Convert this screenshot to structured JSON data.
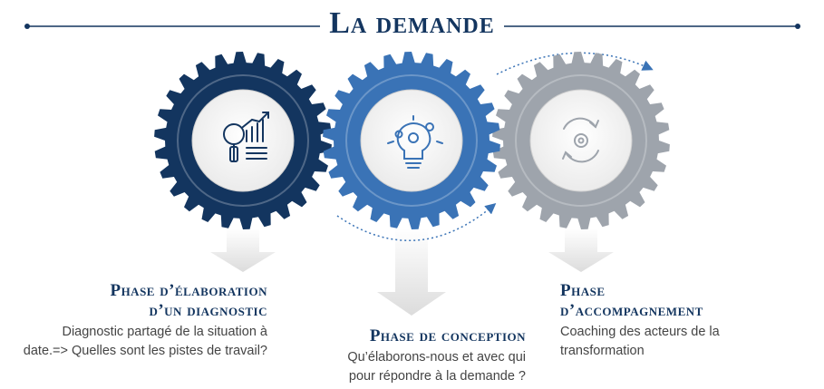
{
  "title": "La demande",
  "colors": {
    "navy": "#13355f",
    "blue": "#3a73b6",
    "gray": "#9ea4ac",
    "arrow": "#e2e2e2",
    "text": "#444444"
  },
  "gears": [
    {
      "name": "diagnostic-gear",
      "color": "#13355f",
      "icon": "magnifier-chart-icon"
    },
    {
      "name": "conception-gear",
      "color": "#3a73b6",
      "icon": "lightbulb-gears-icon"
    },
    {
      "name": "accompagnement-gear",
      "color": "#9ea4ac",
      "icon": "cycle-gear-icon"
    }
  ],
  "phases": [
    {
      "title_line1": "Phase d’élaboration",
      "title_line2": "d’un diagnostic",
      "desc_line1": "Diagnostic partagé de la situation à",
      "desc_line2": "date.=> Quelles sont les pistes de travail?"
    },
    {
      "title_line1": "Phase de conception",
      "desc_line1": "Qu’élaborons-nous et avec qui",
      "desc_line2": "pour répondre à la demande ?"
    },
    {
      "title_line1": "Phase",
      "title_line2": "d’accompagnement",
      "desc_line1": "Coaching des acteurs  de la",
      "desc_line2": "transformation"
    }
  ]
}
